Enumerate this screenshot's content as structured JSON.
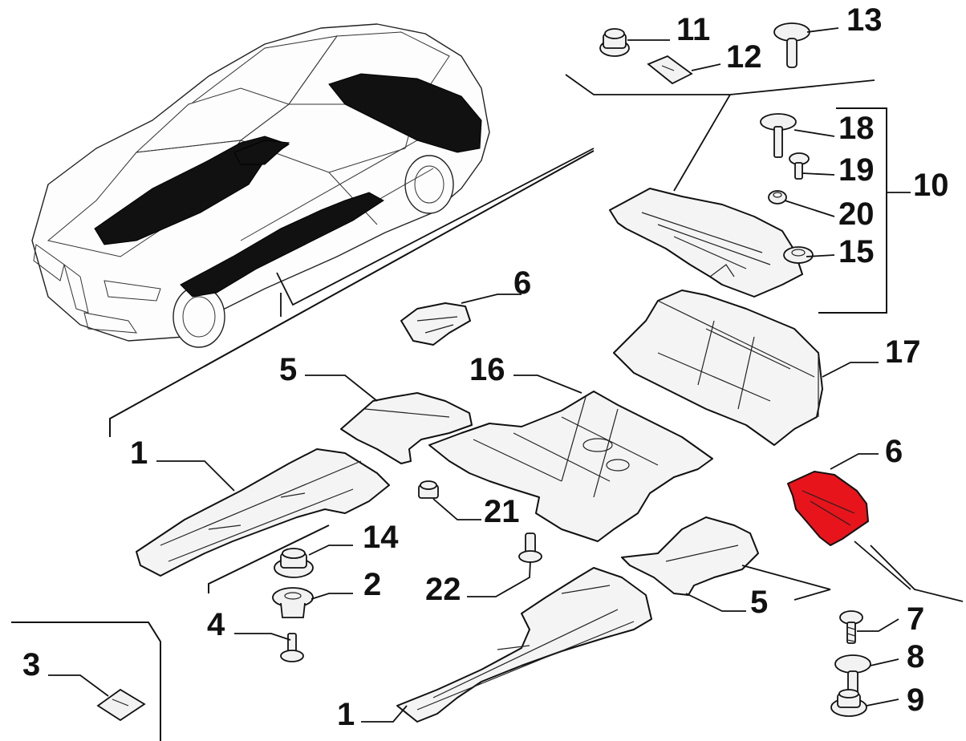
{
  "figure": {
    "highlight_color": "#e8141b",
    "callouts": {
      "c1a": "1",
      "c1b": "1",
      "c2": "2",
      "c3": "3",
      "c4": "4",
      "c5a": "5",
      "c5b": "5",
      "c6a": "6",
      "c6b": "6",
      "c7": "7",
      "c8": "8",
      "c9": "9",
      "c10": "10",
      "c11": "11",
      "c12": "12",
      "c13": "13",
      "c14": "14",
      "c15": "15",
      "c16": "16",
      "c17": "17",
      "c18": "18",
      "c19": "19",
      "c20": "20",
      "c21": "21",
      "c22": "22"
    }
  }
}
